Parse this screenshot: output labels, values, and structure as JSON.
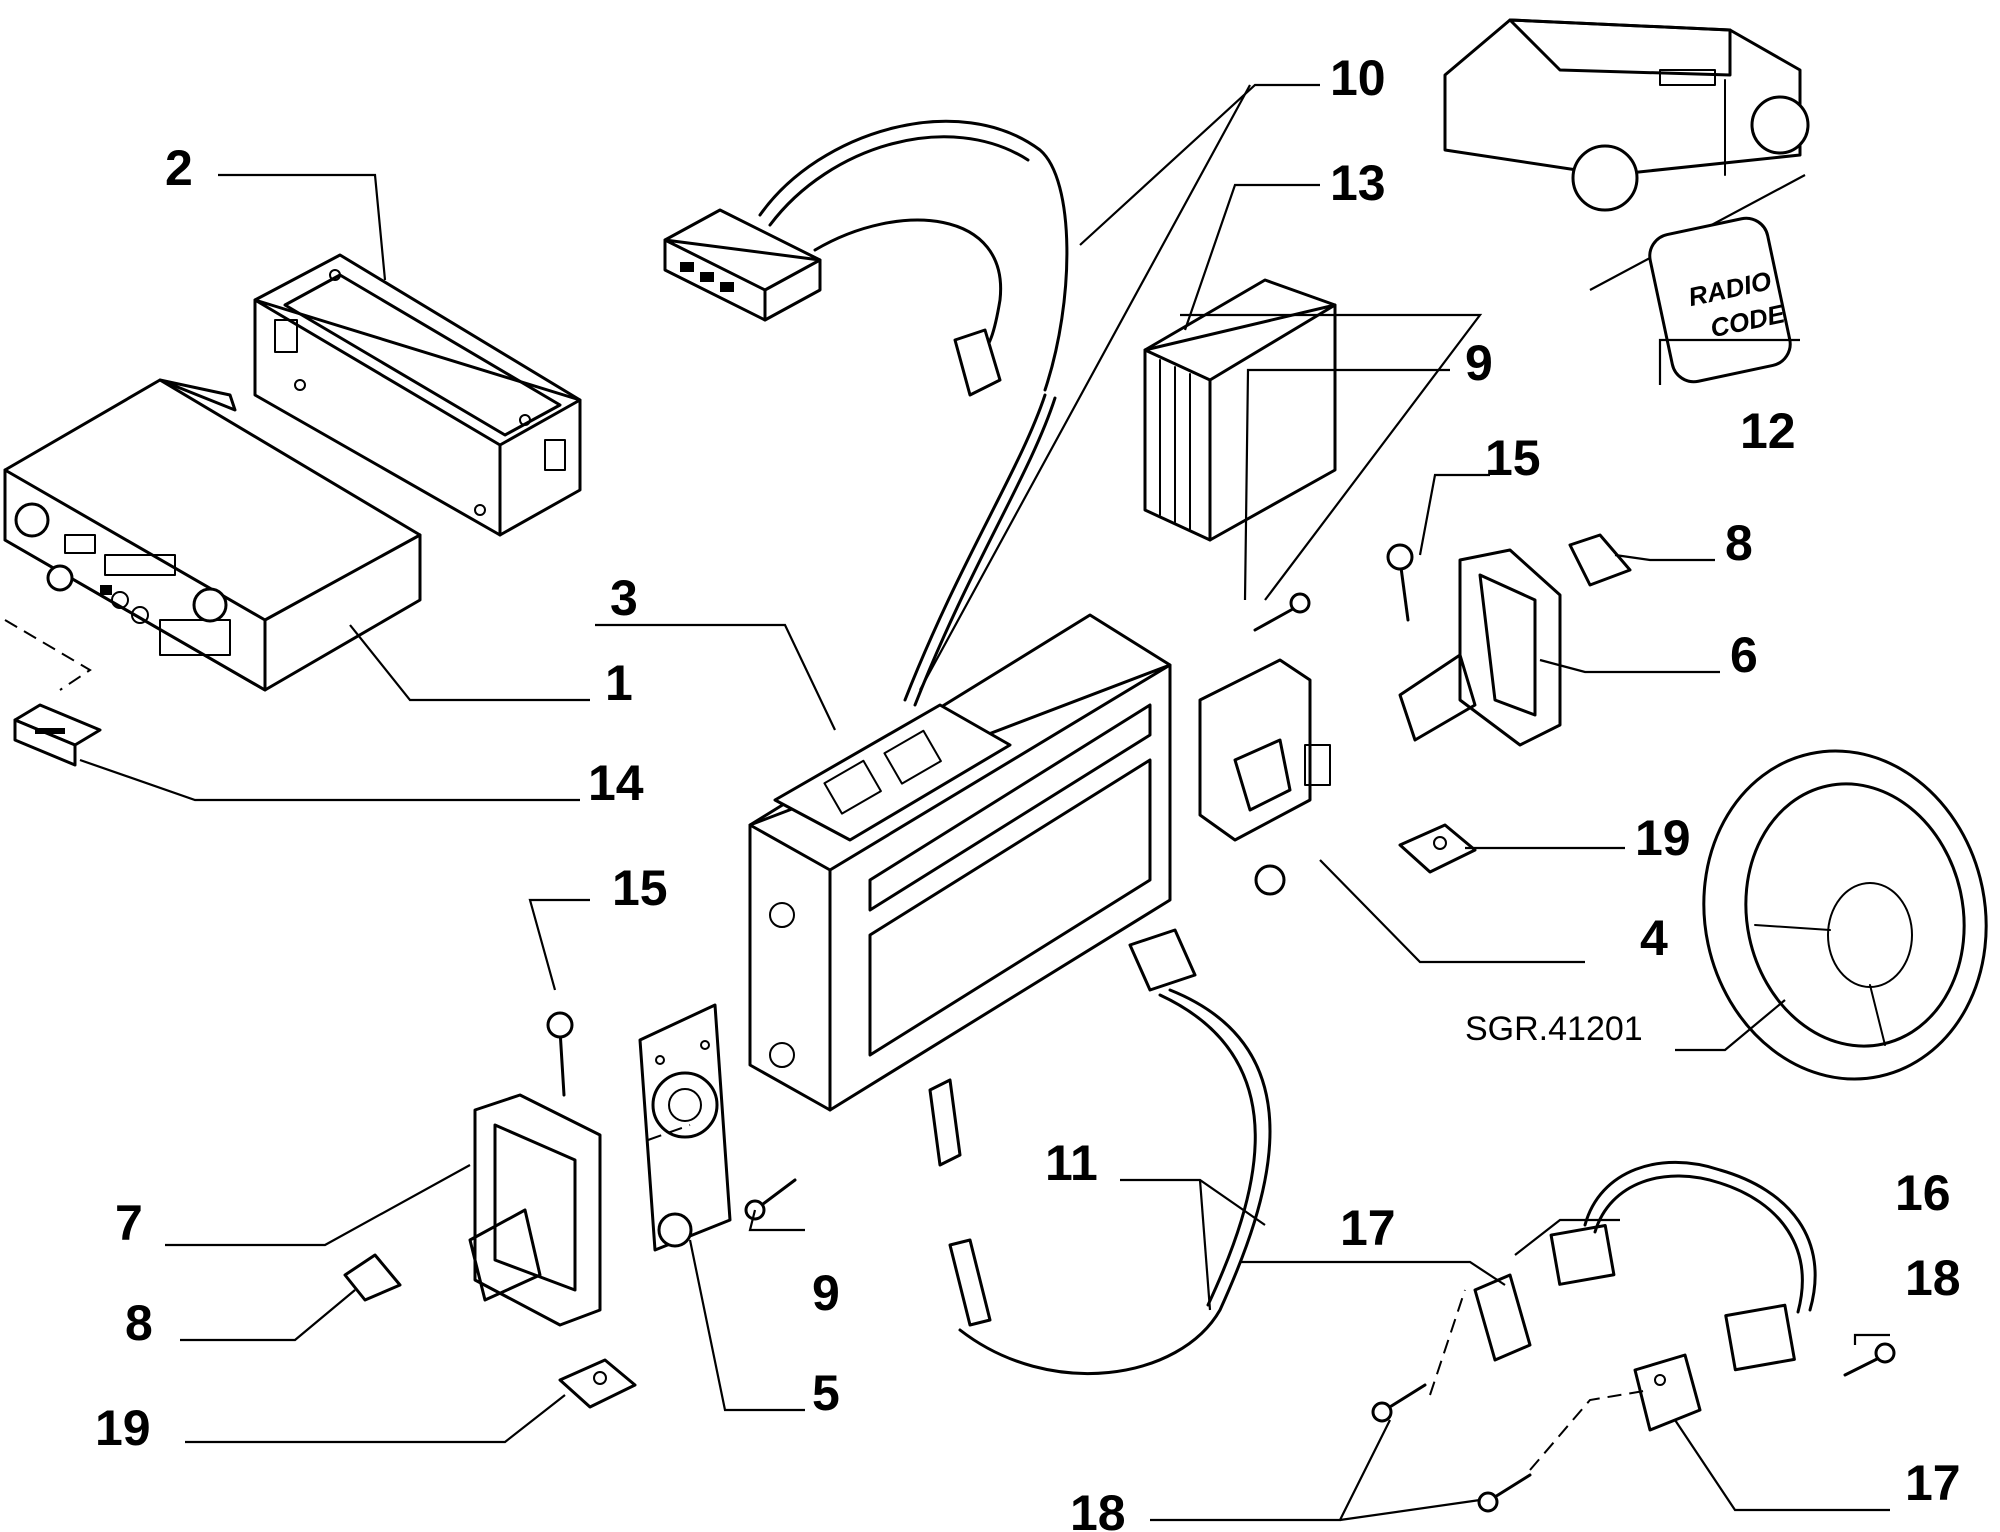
{
  "figure": {
    "reference": "SGR.41201",
    "code_plate_text": [
      "RADIO",
      "CODE"
    ]
  },
  "callouts": {
    "c1": "1",
    "c2": "2",
    "c3": "3",
    "c4": "4",
    "c5": "5",
    "c6": "6",
    "c7": "7",
    "c8_right": "8",
    "c8_left": "8",
    "c9_top": "9",
    "c9_bottom": "9",
    "c10": "10",
    "c11": "11",
    "c12": "12",
    "c13": "13",
    "c14": "14",
    "c15_right": "15",
    "c15_left": "15",
    "c16": "16",
    "c17_top": "17",
    "c17_bottom": "17",
    "c18_right": "18",
    "c18_bottom": "18",
    "c19_right": "19",
    "c19_left": "19"
  }
}
